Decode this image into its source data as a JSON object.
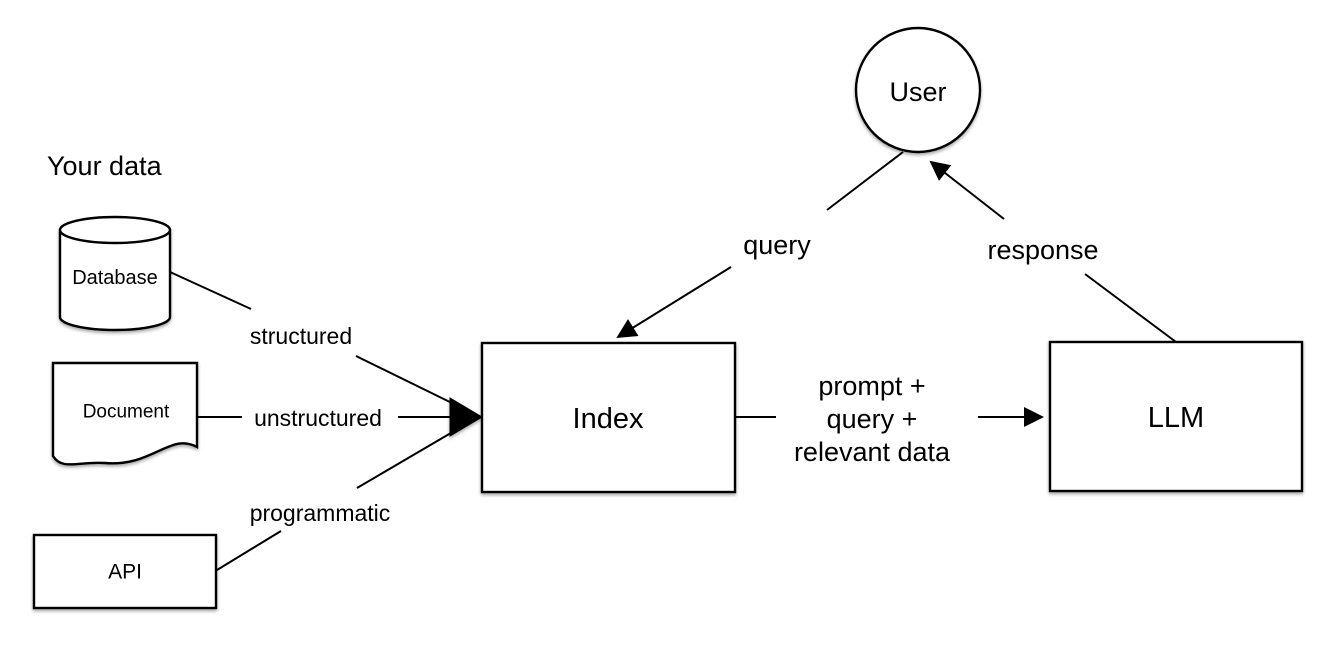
{
  "diagram": {
    "title": "Your data",
    "nodes": {
      "user": "User",
      "database": "Database",
      "document": "Document",
      "api": "API",
      "index": "Index",
      "llm": "LLM"
    },
    "edge_labels": {
      "structured": "structured",
      "unstructured": "unstructured",
      "programmatic": "programmatic",
      "query": "query",
      "response": "response",
      "prompt_line1": "prompt +",
      "prompt_line2": "query +",
      "prompt_line3": "relevant data"
    },
    "colors": {
      "background": "#ffffff",
      "stroke": "#000000",
      "shape_fill": "#ffffff"
    }
  }
}
